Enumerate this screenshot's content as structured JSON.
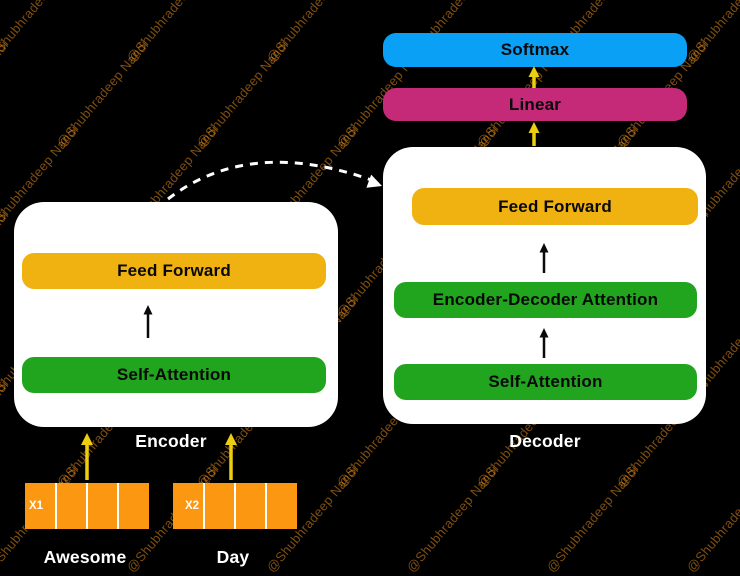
{
  "watermark": {
    "text": "@Shubhradeep Nandi"
  },
  "colors": {
    "background": "#000000",
    "panel_white": "#ffffff",
    "softmax_blue": "#0aa0f5",
    "linear_magenta": "#c52a78",
    "feed_forward_amber": "#f0b211",
    "attention_green": "#21a41e",
    "token_orange": "#fb9711",
    "arrow_yellow": "#edcd10",
    "arrow_black": "#0a0a0a",
    "dashed_arc_white": "#ffffff",
    "watermark_orange": "#e88e1e"
  },
  "output_stack": {
    "softmax_label": "Softmax",
    "linear_label": "Linear"
  },
  "decoder": {
    "title": "Decoder",
    "blocks": [
      {
        "label": "Feed Forward",
        "color": "#f0b211"
      },
      {
        "label": "Encoder-Decoder Attention",
        "color": "#21a41e"
      },
      {
        "label": "Self-Attention",
        "color": "#21a41e"
      }
    ]
  },
  "encoder": {
    "title": "Encoder",
    "blocks": [
      {
        "label": "Feed Forward",
        "color": "#f0b211"
      },
      {
        "label": "Self-Attention",
        "color": "#21a41e"
      }
    ]
  },
  "inputs": {
    "tokens": [
      {
        "id": "X1",
        "word": "Awesome",
        "cells": 4
      },
      {
        "id": "X2",
        "word": "Day",
        "cells": 4
      }
    ]
  }
}
